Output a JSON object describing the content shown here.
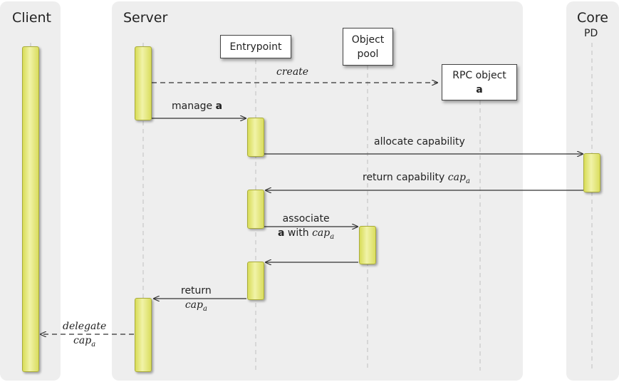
{
  "lanes": {
    "client": "Client",
    "server": "Server",
    "core": "Core",
    "core_sub": "PD"
  },
  "participants": {
    "entrypoint": "Entrypoint",
    "object_pool_line1": "Object",
    "object_pool_line2": "pool",
    "rpc_object_line1": "RPC object",
    "rpc_object_line2": "a"
  },
  "messages": {
    "create": "create",
    "manage_prefix": "manage ",
    "manage_obj": "a",
    "allocate": "allocate capability",
    "return_cap_prefix": "return capability ",
    "cap": "cap",
    "sub_a": "a",
    "associate": "associate",
    "with_obj": "a",
    "with_text": " with ",
    "return": "return",
    "delegate": "delegate"
  },
  "colors": {
    "lane_bg": "#eeeeee",
    "activation": "#e8eb7c",
    "arrow": "#333333"
  }
}
